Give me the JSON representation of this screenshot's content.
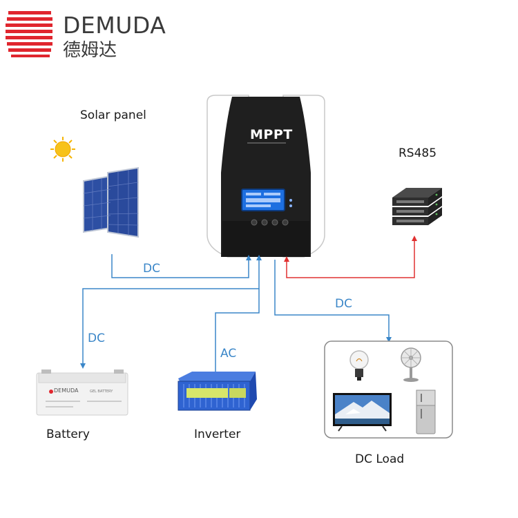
{
  "brand": {
    "name_en": "DEMUDA",
    "name_cn": "德姆达",
    "color": "#e0262e"
  },
  "device": {
    "badge": "MPPT",
    "display_color": "#1e6fe0"
  },
  "nodes": {
    "solar_panel": "Solar panel",
    "rs485": "RS485",
    "battery": "Battery",
    "inverter": "Inverter",
    "dc_load": "DC Load"
  },
  "connections": {
    "solar_to_controller": "DC",
    "battery_link": "DC",
    "inverter_link": "AC",
    "load_link": "DC"
  },
  "battery_product": {
    "brand": "DEMUDA",
    "type": "GEL BATTERY"
  },
  "colors": {
    "dc_line": "#3a86c8",
    "rs485_line": "#e03030"
  }
}
